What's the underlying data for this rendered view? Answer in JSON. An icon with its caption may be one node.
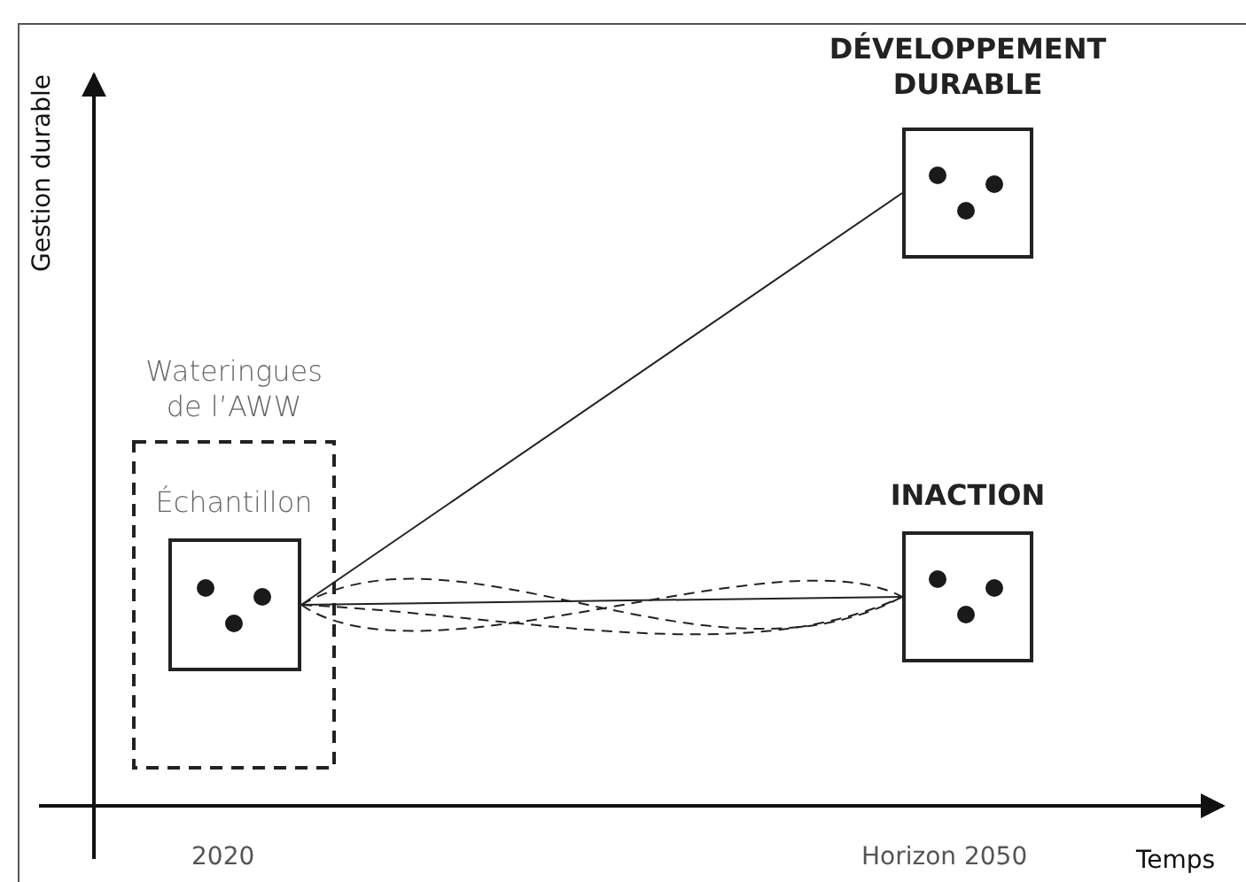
{
  "diagram": {
    "nodes": [
      {
        "text": [
          "Wateringues de l’AWW"
        ]
      },
      {
        "text": [
          "Échantillon"
        ],
        "in": 0
      },
      {
        "text": [
          "DÉVELOPPEMENT DURABLE"
        ]
      },
      {
        "text": [
          "INACTION"
        ]
      }
    ],
    "edges": [
      {
        "from": 1,
        "to": 2,
        "arrow": "none"
      },
      {
        "from": 1,
        "to": 3,
        "arrow": "none"
      },
      {
        "from": 1,
        "to": 3,
        "arrow": "none",
        "style": "dashed"
      },
      {
        "from": 1,
        "to": 3,
        "arrow": "none",
        "style": "dashed"
      },
      {
        "from": 1,
        "to": 3,
        "arrow": "none",
        "style": "dashed"
      }
    ],
    "labels": [
      "Gestion durable",
      "2020",
      "Horizon 2050",
      "Temps"
    ]
  }
}
